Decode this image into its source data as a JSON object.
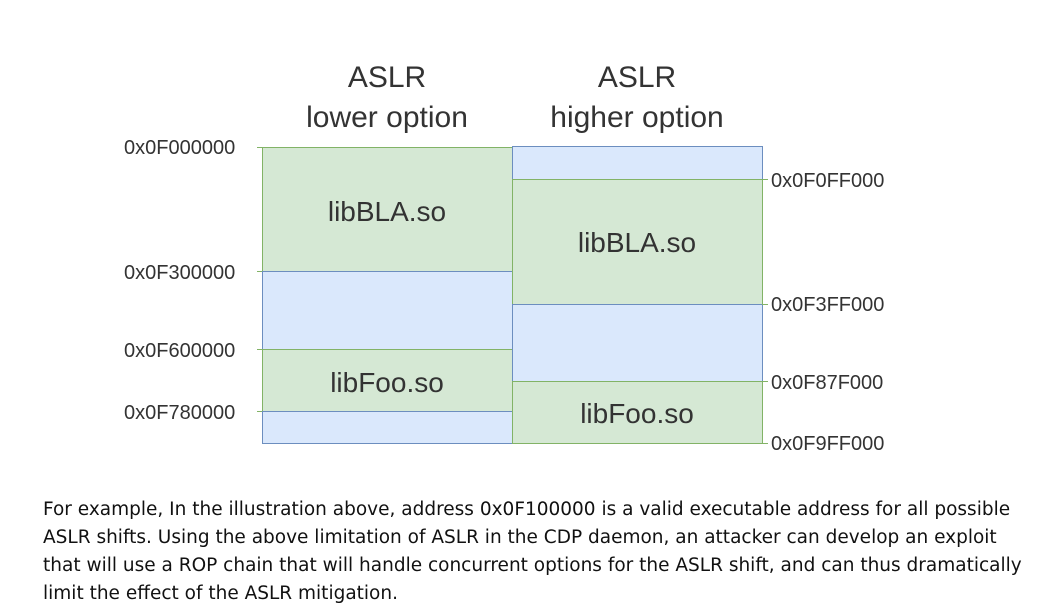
{
  "diagram": {
    "columns": [
      {
        "id": "lower",
        "header_line1": "ASLR",
        "header_line2": "lower option",
        "segments": [
          {
            "kind": "library",
            "label": "libBLA.so"
          },
          {
            "kind": "gap",
            "label": ""
          },
          {
            "kind": "library",
            "label": "libFoo.so"
          },
          {
            "kind": "gap",
            "label": ""
          }
        ]
      },
      {
        "id": "higher",
        "header_line1": "ASLR",
        "header_line2": "higher option",
        "segments": [
          {
            "kind": "gap",
            "label": ""
          },
          {
            "kind": "library",
            "label": "libBLA.so"
          },
          {
            "kind": "gap",
            "label": ""
          },
          {
            "kind": "library",
            "label": "libFoo.so"
          }
        ]
      }
    ],
    "left_addresses": [
      "0x0F000000",
      "0x0F300000",
      "0x0F600000",
      "0x0F780000"
    ],
    "right_addresses": [
      "0x0F0FF000",
      "0x0F3FF000",
      "0x0F87F000",
      "0x0F9FF000"
    ],
    "colors": {
      "library_fill": "#d5e8d4",
      "library_border": "#82b366",
      "gap_fill": "#dae8fc",
      "gap_border": "#6c8ebf"
    }
  },
  "caption": {
    "text": "For example, In the illustration above, address 0x0F100000 is a valid executable address for all possible ASLR shifts. Using the above limitation of ASLR in the CDP daemon, an attacker can develop an exploit that will use a ROP chain that will handle concurrent options for the ASLR shift, and can thus dramatically limit the effect of the ASLR mitigation."
  }
}
